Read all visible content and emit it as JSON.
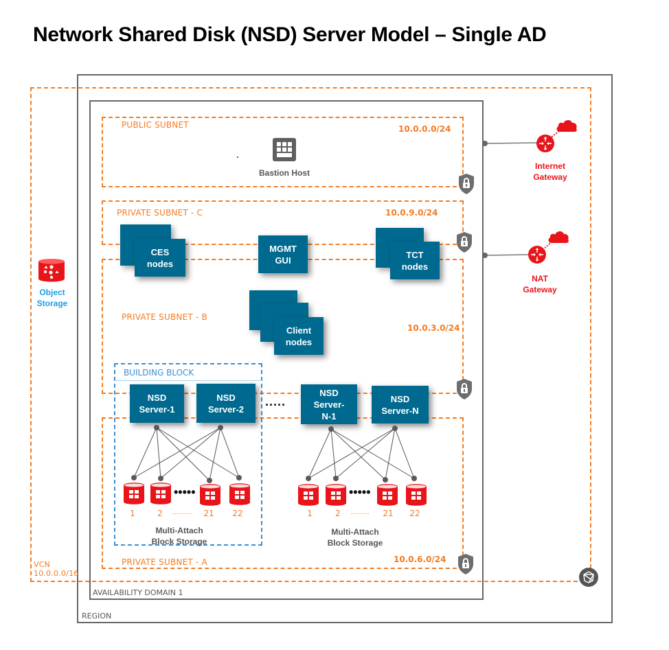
{
  "title": "Network Shared Disk (NSD) Server Model – Single AD",
  "containers": {
    "region": "REGION",
    "availability_domain": "AVAILABILITY DOMAIN 1",
    "vcn": {
      "label": "VCN",
      "cidr": "10.0.0.0/16"
    }
  },
  "subnets": {
    "public": {
      "label": "PUBLIC SUBNET",
      "cidr": "10.0.0.0/24"
    },
    "private_c": {
      "label": "PRIVATE SUBNET - C",
      "cidr": "10.0.9.0/24"
    },
    "private_b": {
      "label": "PRIVATE SUBNET - B",
      "cidr": "10.0.3.0/24"
    },
    "private_a": {
      "label": "PRIVATE SUBNET - A",
      "cidr": "10.0.6.0/24"
    }
  },
  "building_block": "BUILDING BLOCK",
  "bastion": {
    "label": "Bastion Host",
    "icon": "bastion-host-icon"
  },
  "nodes": {
    "ces": "CES\nnodes",
    "mgmt": "MGMT\nGUI",
    "tct": "TCT\nnodes",
    "client": "Client\nnodes"
  },
  "nsd_servers": [
    "NSD\nServer-1",
    "NSD\nServer-2",
    "NSD\nServer-\nN-1",
    "NSD\nServer-N"
  ],
  "server_ellipsis": ".....",
  "block_storage": {
    "left": {
      "label": "Multi-Attach\nBlock Storage",
      "disks": [
        "1",
        "2",
        "21",
        "22"
      ],
      "ellipsis": ".........."
    },
    "right": {
      "label": "Multi-Attach\nBlock Storage",
      "disks": [
        "1",
        "2",
        "21",
        "22"
      ],
      "ellipsis": ".........."
    }
  },
  "gateways": {
    "internet": {
      "label": "Internet\nGateway",
      "icon": "router-icon"
    },
    "nat": {
      "label": "NAT\nGateway",
      "icon": "router-icon"
    },
    "drg_icon": "service-gateway-icon"
  },
  "object_storage": {
    "label": "Object\nStorage",
    "icon": "object-storage-icon"
  },
  "colors": {
    "subnet_border": "#f47b20",
    "node_fill": "#00698f",
    "gateway_red": "#e8141a",
    "object_storage_blue": "#1a9ee0",
    "building_block_blue": "#3a8fd0",
    "container_border": "#666666"
  }
}
